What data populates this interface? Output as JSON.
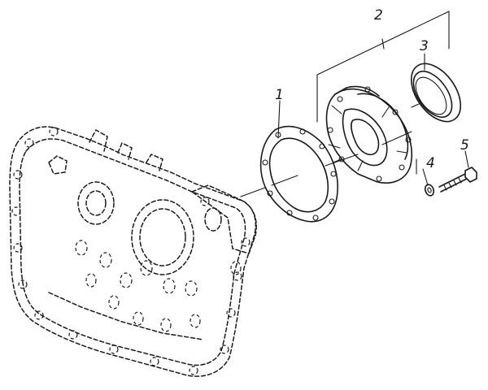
{
  "diagram": {
    "colors": {
      "ink": "#1a1a1a",
      "background": "#ffffff"
    },
    "callouts": {
      "c1": "1",
      "c2": "2",
      "c3": "3",
      "c4": "4",
      "c5": "5"
    }
  }
}
